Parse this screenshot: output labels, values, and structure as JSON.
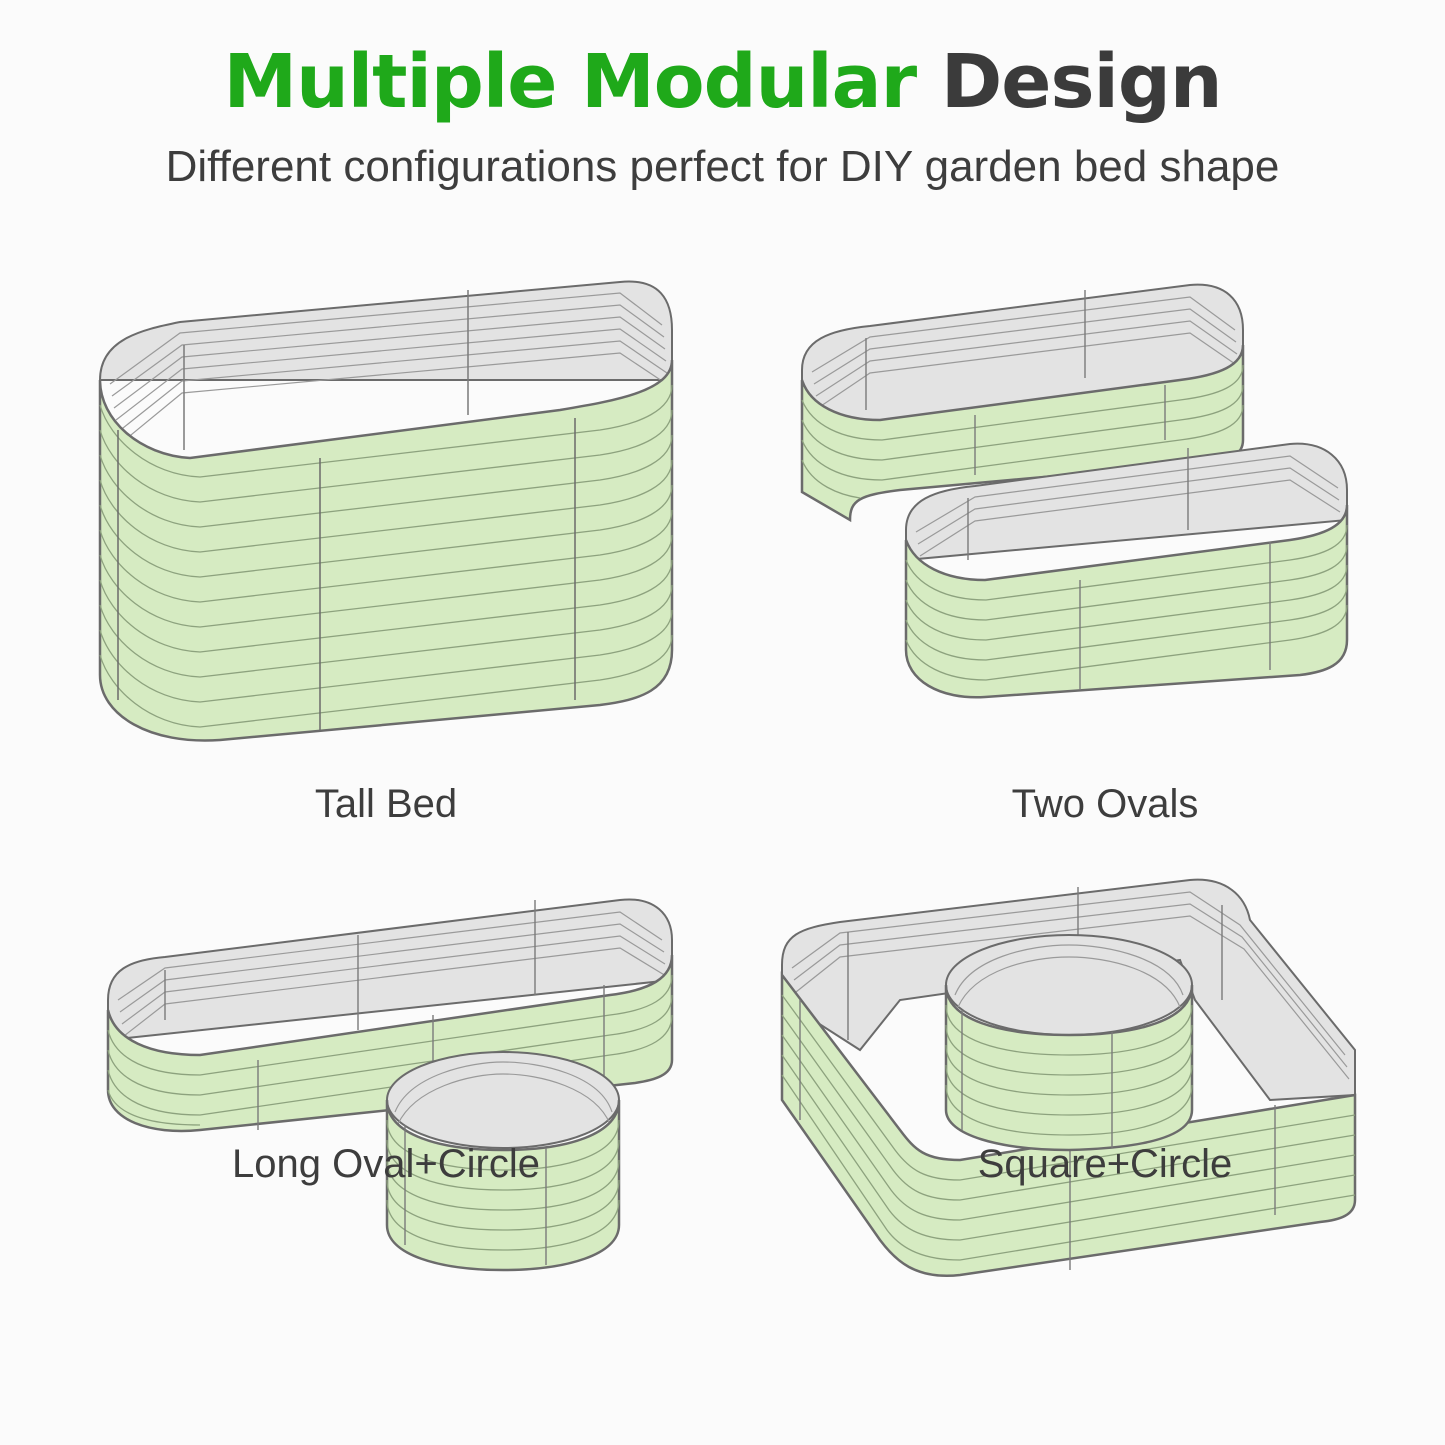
{
  "header": {
    "title_highlight": "Multiple Modular",
    "title_rest": "Design",
    "subtitle": "Different configurations perfect for DIY garden bed shape"
  },
  "configurations": [
    {
      "label": "Tall Bed"
    },
    {
      "label": "Two Ovals"
    },
    {
      "label": "Long Oval+Circle"
    },
    {
      "label": "Square+Circle"
    }
  ],
  "colors": {
    "accent_green": "#1fa91a",
    "heading_dark": "#3b3b3b",
    "bed_outer": "#d6ebc2",
    "bed_inner": "#e2e2e2",
    "bed_outline": "#6b6b6b"
  }
}
